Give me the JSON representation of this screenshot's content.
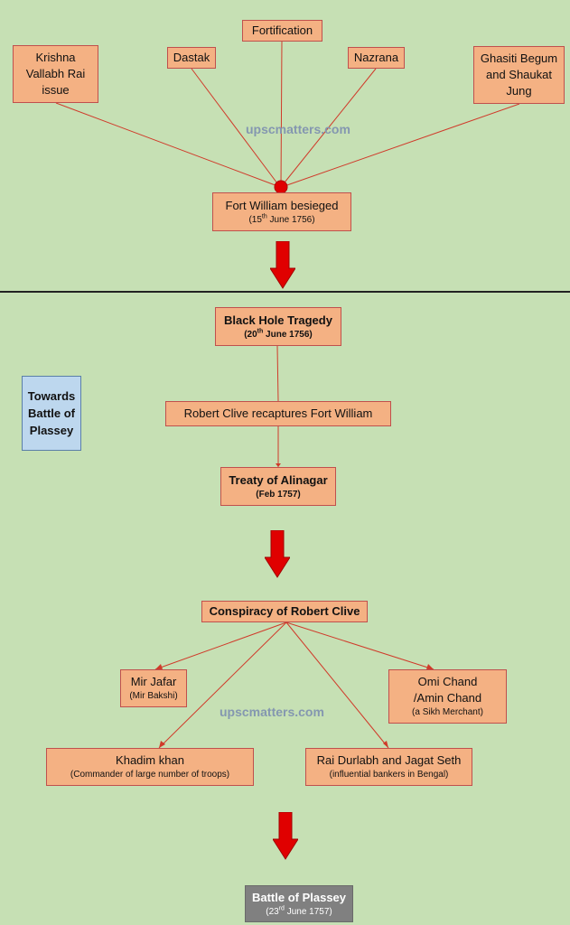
{
  "section1": {
    "causes": [
      "Krishna Vallabh Rai issue",
      "Dastak",
      "Fortification",
      "Nazrana",
      "Ghasiti Begum and Shaukat Jung"
    ],
    "result_title": "Fort William besieged",
    "result_date": {
      "pre": "(15",
      "sup": "th",
      "post": " June 1756)"
    }
  },
  "watermark": "upscmatters.com",
  "side_label": "Towards Battle of Plassey",
  "section2": {
    "black_hole": {
      "title": "Black Hole Tragedy",
      "pre": "(20",
      "sup": "th",
      "post": " June 1756)"
    },
    "recapture": "Robert Clive recaptures Fort William",
    "treaty": {
      "title": "Treaty of Alinagar",
      "date": "(Feb 1757)"
    }
  },
  "section3": {
    "conspiracy": "Conspiracy of Robert Clive",
    "mir_jafar": {
      "name": "Mir Jafar",
      "note": "(Mir Bakshi)"
    },
    "omi_chand": {
      "name1": "Omi Chand",
      "name2": "/Amin Chand",
      "note": "(a Sikh Merchant)"
    },
    "khadim_khan": {
      "name": "Khadim khan",
      "note": "(Commander of large number of troops)"
    },
    "rai_durlabh": {
      "name": "Rai Durlabh and Jagat Seth",
      "note": "(influential bankers in Bengal)"
    }
  },
  "final": {
    "title": "Battle of Plassey",
    "pre": "(23",
    "sup": "rd",
    "post": " June 1757)"
  },
  "colors": {
    "background": "#c6e0b4",
    "box": "#f4b183",
    "line": "#c0504d",
    "arrow": "#e00000",
    "final_box": "#808080",
    "side_box": "#bdd7ee"
  }
}
